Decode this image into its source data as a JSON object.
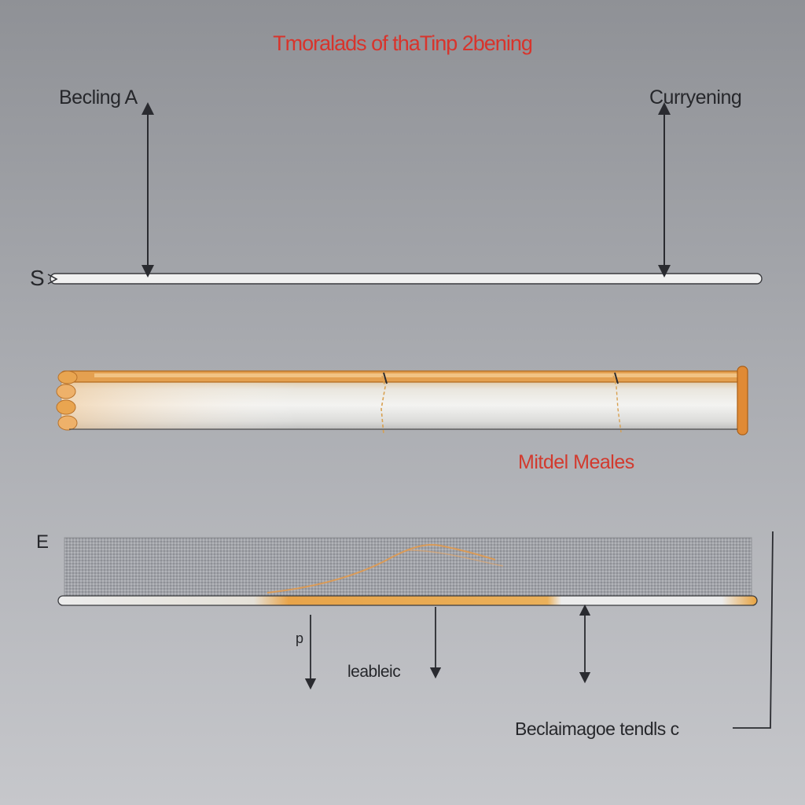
{
  "title": "Tmoralads of thaTinp 2bening",
  "labels": {
    "top_left": "Becling A",
    "top_right": "Curryening",
    "left_marker_top": "S",
    "material": "Mitdel Meales",
    "left_marker_bottom": "E",
    "small_marker": "p",
    "center_bottom": "leableic",
    "bottom_right": "Beclaimagoe tendls c"
  },
  "colors": {
    "title": "#d8342c",
    "rod": "#f2f2f2",
    "copper": "#e0923a",
    "arrow": "#2a2b30"
  }
}
